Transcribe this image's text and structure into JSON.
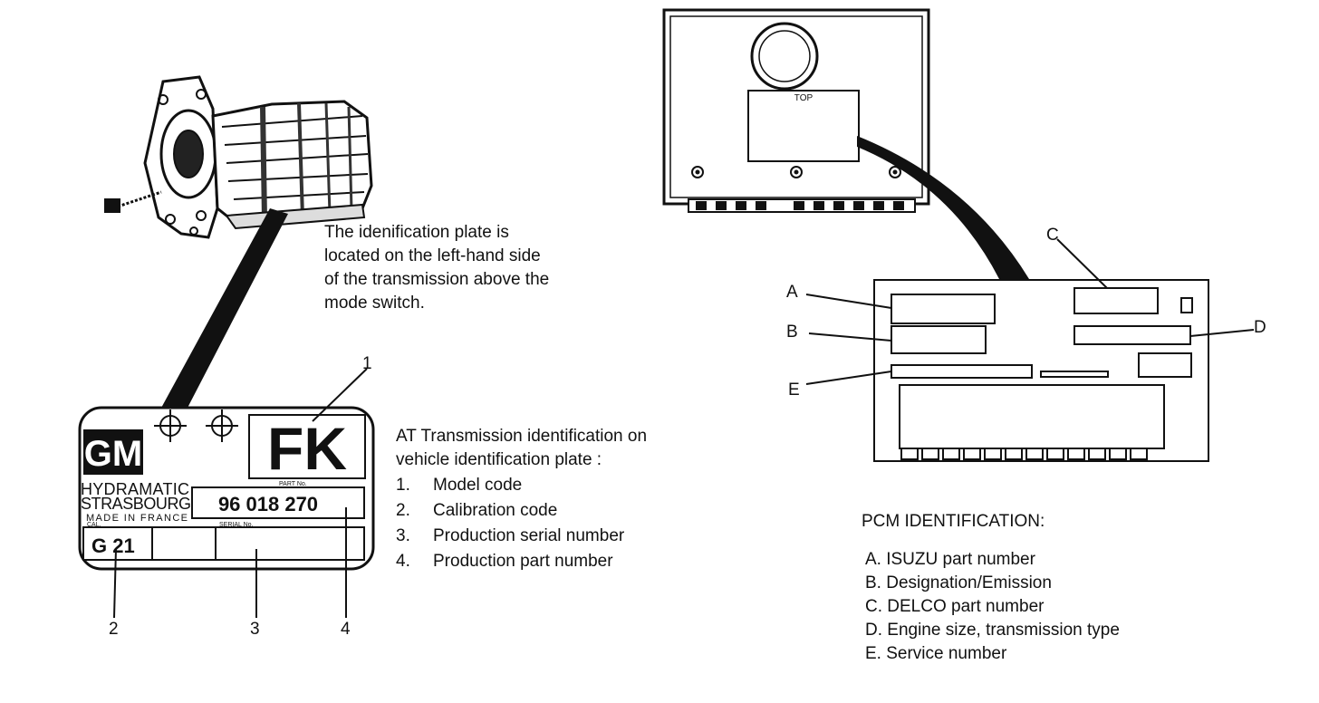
{
  "note": {
    "lines": [
      "The idenification plate is",
      "located on the left-hand side",
      "of the transmission above the",
      "mode switch."
    ]
  },
  "plate": {
    "brand": "GM",
    "model_code": "FK",
    "maker_lines": [
      "HYDRAMATIC",
      "STRASBOURG",
      "MADE IN FRANCE"
    ],
    "part_no_label": "PART No.",
    "part_number": "96 018 270",
    "serial_no_label": "SERIAL No.",
    "cal_label": "CAL.",
    "calibration_code": "G 21"
  },
  "callouts": {
    "c1": "1",
    "c2": "2",
    "c3": "3",
    "c4": "4"
  },
  "at_info": {
    "heading_lines": [
      "AT Transmission identification on",
      "vehicle identification plate :"
    ],
    "items": [
      {
        "num": "1.",
        "text": "Model code"
      },
      {
        "num": "2.",
        "text": "Calibration code"
      },
      {
        "num": "3.",
        "text": "Production serial number"
      },
      {
        "num": "4.",
        "text": "Production part number"
      }
    ]
  },
  "pcm": {
    "top_label": "TOP",
    "labels": {
      "A": "A",
      "B": "B",
      "C": "C",
      "D": "D",
      "E": "E"
    },
    "title": "PCM IDENTIFICATION:",
    "items": [
      "A. ISUZU part number",
      "B. Designation/Emission",
      "C. DELCO part number",
      "D. Engine size, transmission type",
      "E. Service  number"
    ]
  }
}
